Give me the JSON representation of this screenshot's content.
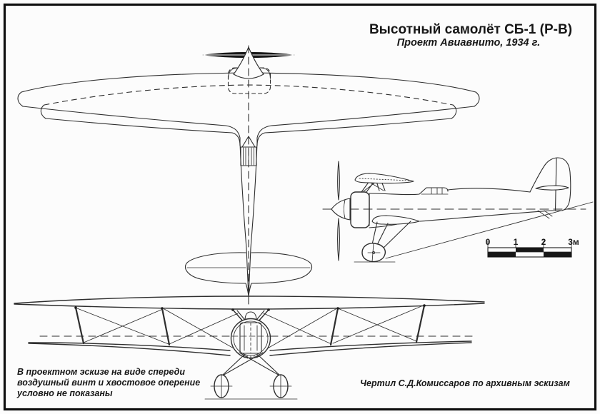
{
  "header": {
    "title": "Высотный самолёт СБ-1 (Р-В)",
    "subtitle": "Проект Авиавнито, 1934 г."
  },
  "notes": {
    "lines": [
      "В проектном эскизе на виде спереди",
      "воздушный винт и хвостовое оперение",
      "условно не показаны"
    ]
  },
  "credit": "Чертил С.Д.Комиссаров по архивным эскизам",
  "scale_bar": {
    "labels": [
      "0",
      "1",
      "2",
      "3м"
    ]
  },
  "colors": {
    "ink": "#171717",
    "paper": "#fcfcfc"
  }
}
